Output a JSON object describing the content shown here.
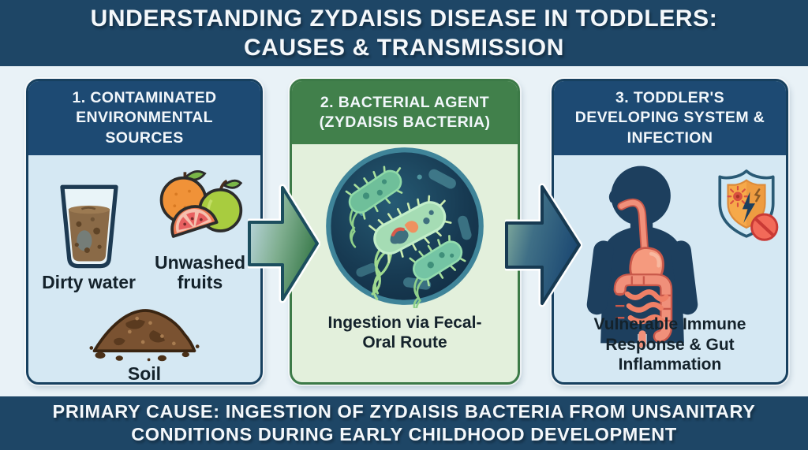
{
  "title": {
    "line1": "UNDERSTANDING ZYDAISIS DISEASE IN TODDLERS:",
    "line2": "CAUSES & TRANSMISSION"
  },
  "panels": [
    {
      "header": "1. CONTAMINATED ENVIRONMENTAL SOURCES",
      "items": [
        {
          "icon": "dirty-water-glass-icon",
          "label": "Dirty water"
        },
        {
          "icon": "unwashed-fruits-icon",
          "label": "Unwashed fruits"
        },
        {
          "icon": "soil-pile-icon",
          "label": "Soil"
        }
      ]
    },
    {
      "header": "2. BACTERIAL AGENT (ZYDAISIS BACTERIA)",
      "illustration": "zydaisis-bacteria-microscope-view",
      "caption": "Ingestion via Fecal-Oral Route"
    },
    {
      "header": "3. TODDLER'S DEVELOPING SYSTEM & INFECTION",
      "illustrations": [
        "toddler-digestive-system",
        "compromised-immune-shield"
      ],
      "caption": "Vulnerable Immune Response & Gut Inflammation"
    }
  ],
  "footer": {
    "line1": "PRIMARY CAUSE: INGESTION OF ZYDAISIS BACTERIA FROM UNSANITARY",
    "line2": "CONDITIONS DURING EARLY CHILDHOOD DEVELOPMENT"
  },
  "colors": {
    "banner_navy": "#1e4666",
    "panel_navy": "#1d4a73",
    "panel_green": "#41804b",
    "body_light_blue": "#d5e8f3",
    "body_light_green": "#e3f0dc",
    "page_background": "#e9f2f7",
    "digestive_coral": "#f0907a",
    "shield_orange": "#f6a94a",
    "alert_red": "#f26a59"
  }
}
